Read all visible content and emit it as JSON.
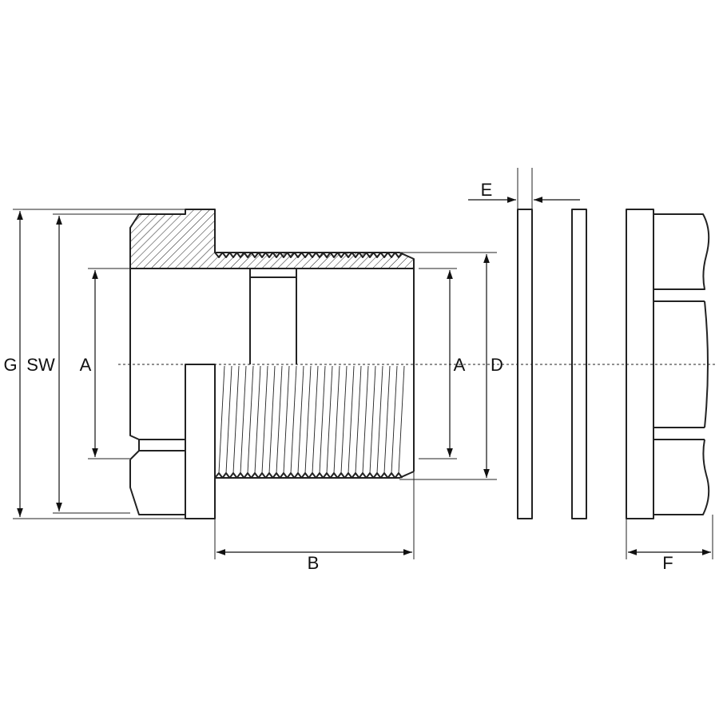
{
  "labels": {
    "G": "G",
    "SW": "SW",
    "A_left": "A",
    "A_right": "A",
    "D": "D",
    "B": "B",
    "E": "E",
    "F": "F"
  },
  "colors": {
    "line": "#222222",
    "background": "#ffffff"
  }
}
